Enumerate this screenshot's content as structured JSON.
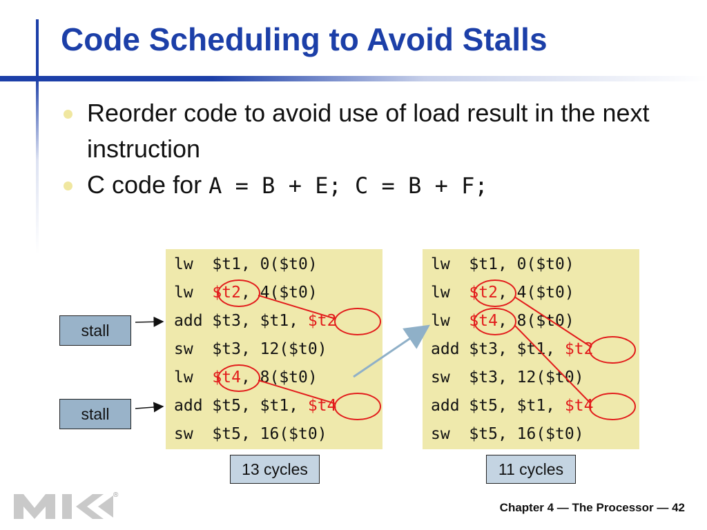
{
  "slide": {
    "title": "Code Scheduling to Avoid Stalls",
    "bullets": [
      {
        "text": "Reorder code to avoid use of load result in the next instruction"
      },
      {
        "prefix": "C code for ",
        "code": "A = B + E; C = B + F;"
      }
    ]
  },
  "left_code": {
    "lines": [
      {
        "op": "lw  ",
        "a": "$t1",
        "b": ", 0($t0)",
        "c": ""
      },
      {
        "op": "lw  ",
        "a": "$t2",
        "b": ", 4($t0)",
        "c": ""
      },
      {
        "op": "add ",
        "a": "$t3",
        "b": ", $t1, ",
        "c": "$t2"
      },
      {
        "op": "sw  ",
        "a": "$t3",
        "b": ", 12($t0)",
        "c": ""
      },
      {
        "op": "lw  ",
        "a": "$t4",
        "b": ", 8($t0)",
        "c": ""
      },
      {
        "op": "add ",
        "a": "$t5",
        "b": ", $t1, ",
        "c": "$t4"
      },
      {
        "op": "sw  ",
        "a": "$t5",
        "b": ", 16($t0)",
        "c": ""
      }
    ],
    "cycles": "13 cycles"
  },
  "right_code": {
    "lines": [
      {
        "op": "lw  ",
        "a": "$t1",
        "b": ", 0($t0)",
        "c": ""
      },
      {
        "op": "lw  ",
        "a": "$t2",
        "b": ", 4($t0)",
        "c": ""
      },
      {
        "op": "lw  ",
        "a": "$t4",
        "b": ", 8($t0)",
        "c": ""
      },
      {
        "op": "add ",
        "a": "$t3",
        "b": ", $t1, ",
        "c": "$t2"
      },
      {
        "op": "sw  ",
        "a": "$t3",
        "b": ", 12($t0)",
        "c": ""
      },
      {
        "op": "add ",
        "a": "$t5",
        "b": ", $t1, ",
        "c": "$t4"
      },
      {
        "op": "sw  ",
        "a": "$t5",
        "b": ", 16($t0)",
        "c": ""
      }
    ],
    "cycles": "11 cycles"
  },
  "stalls": [
    "stall",
    "stall"
  ],
  "footer": "Chapter 4 — The Processor — 42",
  "logo": {
    "registered_mark": "®"
  },
  "colors": {
    "title": "#1c3fa8",
    "highlight": "#e21b1b",
    "code_bg": "#efe9ac",
    "stall_bg": "#99b3c9",
    "cycles_bg": "#c4d4e2",
    "arrow": "#8fb0c8"
  }
}
